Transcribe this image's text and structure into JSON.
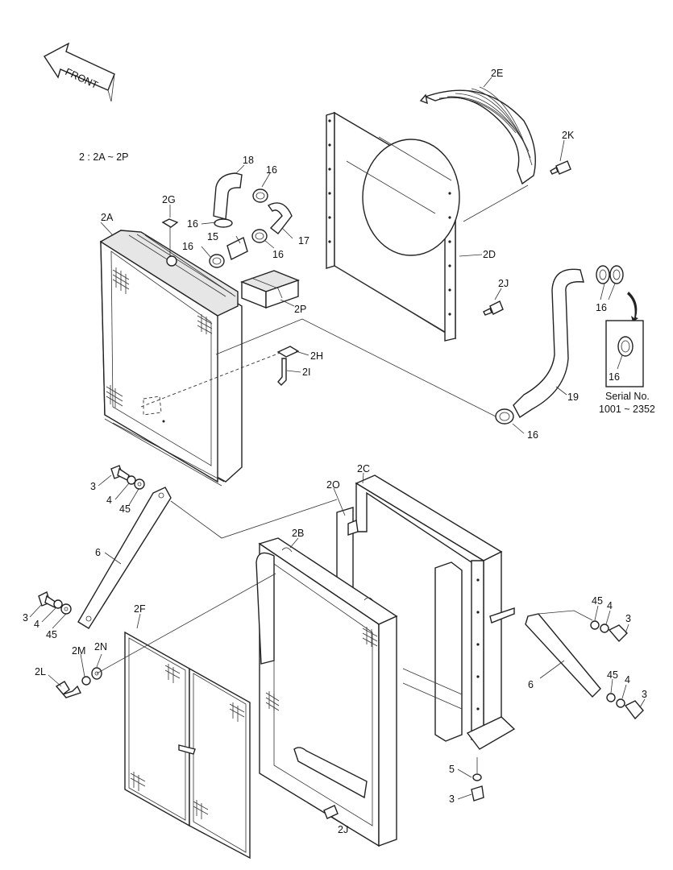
{
  "note": "2 : 2A ~ 2P",
  "front_label": "FRONT",
  "serial": {
    "line1": "Serial No.",
    "line2": "1001 ~ 2352"
  },
  "labels": {
    "2A": "2A",
    "2B": "2B",
    "2C": "2C",
    "2D": "2D",
    "2E": "2E",
    "2F": "2F",
    "2G": "2G",
    "2H": "2H",
    "2I": "2I",
    "2J": "2J",
    "2K": "2K",
    "2L": "2L",
    "2M": "2M",
    "2N": "2N",
    "2O": "2O",
    "2P": "2P",
    "3": "3",
    "4": "4",
    "5": "5",
    "6": "6",
    "15": "15",
    "16": "16",
    "17": "17",
    "18": "18",
    "19": "19",
    "45": "45"
  }
}
